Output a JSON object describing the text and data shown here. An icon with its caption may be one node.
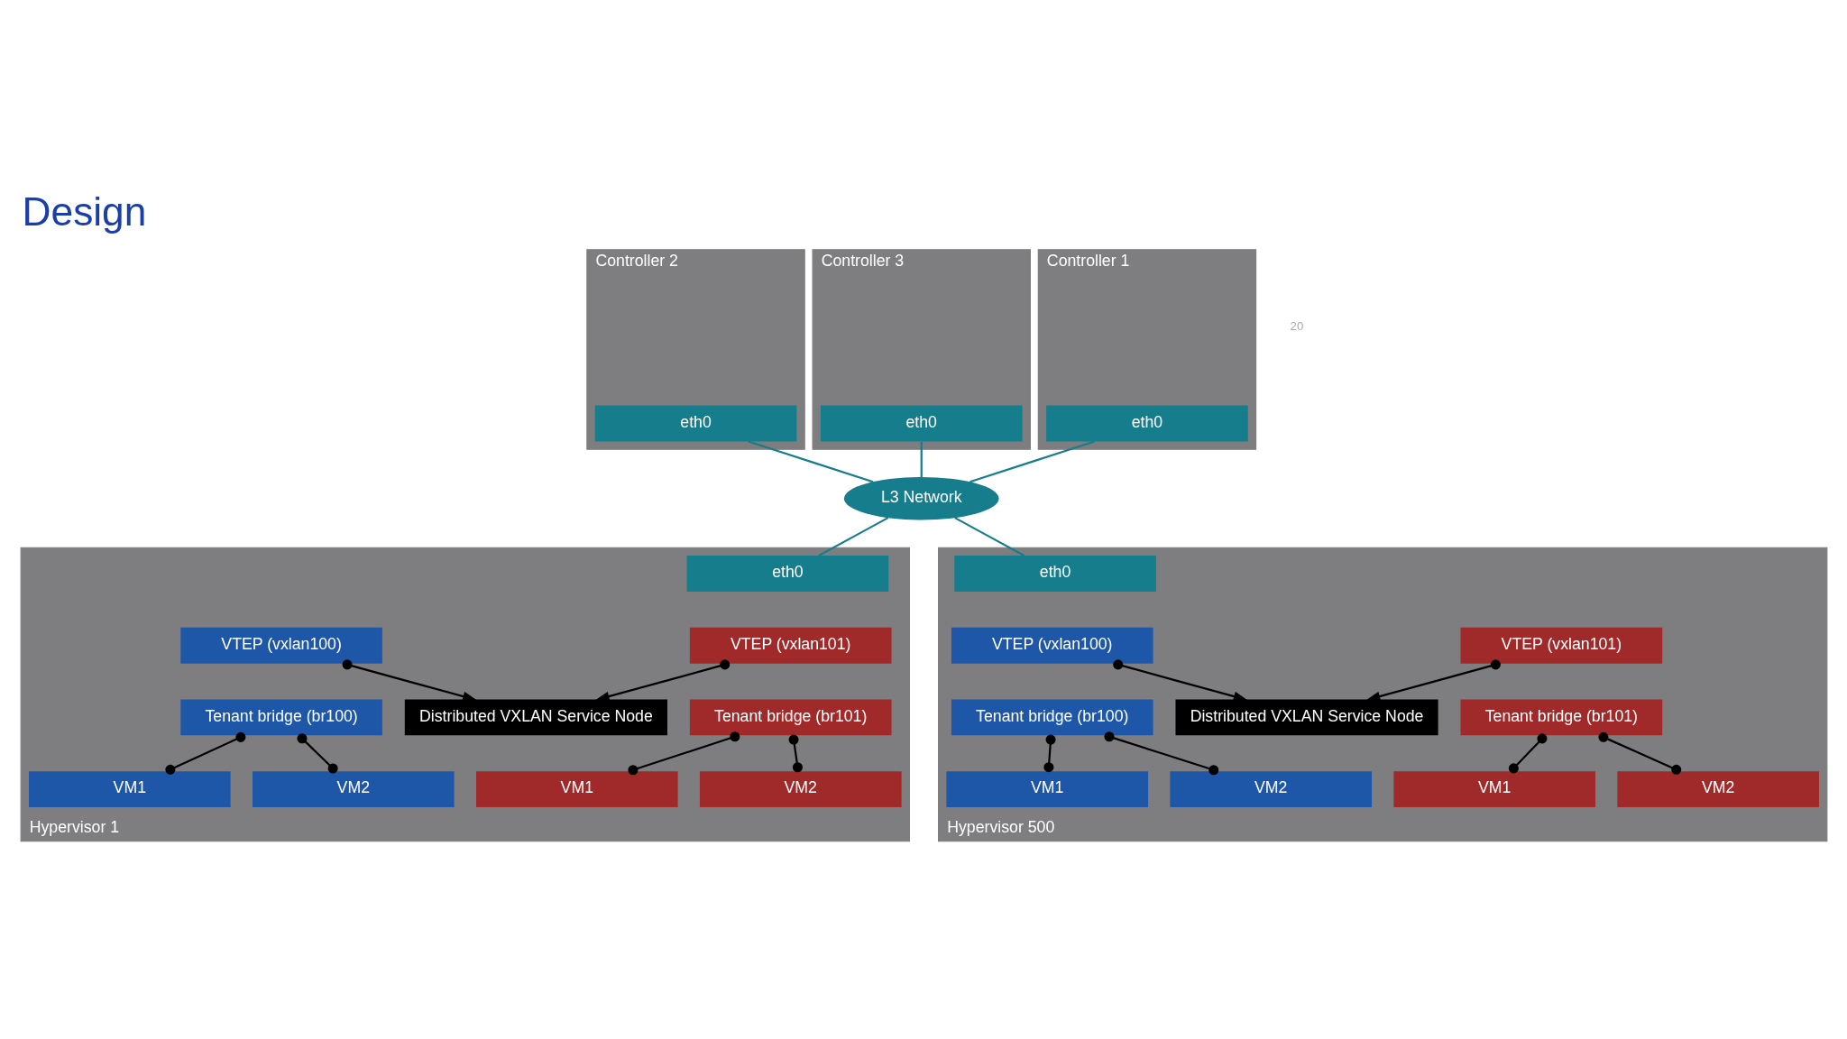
{
  "diagram": {
    "title": "Design",
    "nodes": [
      {
        "text": [
          "Controller 1"
        ]
      },
      {
        "text": [
          "eth0"
        ],
        "in": 0
      },
      {
        "text": [
          "Controller 2"
        ]
      },
      {
        "text": [
          "eth0"
        ],
        "in": 2
      },
      {
        "text": [
          "Controller 3"
        ]
      },
      {
        "text": [
          "eth0"
        ],
        "in": 4
      },
      {
        "text": [
          "L3 Network"
        ]
      },
      {
        "text": [
          "Hypervisor 1"
        ]
      },
      {
        "text": [
          "eth0"
        ],
        "in": 7
      },
      {
        "text": [
          "VTEP (vxlan100)"
        ],
        "in": 7
      },
      {
        "text": [
          "Tenant bridge (br100)"
        ],
        "in": 7
      },
      {
        "text": [
          "VM1"
        ],
        "in": 7
      },
      {
        "text": [
          "VM2"
        ],
        "in": 7
      },
      {
        "text": [
          "Distributed VXLAN Service Node"
        ],
        "in": 7
      },
      {
        "text": [
          "VTEP (vxlan101)"
        ],
        "in": 7
      },
      {
        "text": [
          "Tenant bridge (br101)"
        ],
        "in": 7
      },
      {
        "text": [
          "VM1"
        ],
        "in": 7
      },
      {
        "text": [
          "VM2"
        ],
        "in": 7
      },
      {
        "text": [
          "Hypervisor 500"
        ]
      },
      {
        "text": [
          "eth0"
        ],
        "in": 18
      },
      {
        "text": [
          "VTEP (vxlan100)"
        ],
        "in": 18
      },
      {
        "text": [
          "Tenant bridge (br100)"
        ],
        "in": 18
      },
      {
        "text": [
          "VM1"
        ],
        "in": 18
      },
      {
        "text": [
          "VM2"
        ],
        "in": 18
      },
      {
        "text": [
          "Distributed VXLAN Service Node"
        ],
        "in": 18
      },
      {
        "text": [
          "VTEP (vxlan101)"
        ],
        "in": 18
      },
      {
        "text": [
          "Tenant bridge (br101)"
        ],
        "in": 18
      },
      {
        "text": [
          "VM1"
        ],
        "in": 18
      },
      {
        "text": [
          "VM2"
        ],
        "in": 18
      }
    ],
    "edges": [
      {
        "from": 1,
        "to": 6,
        "arrow": "none",
        "color": "#167d8c"
      },
      {
        "from": 3,
        "to": 6,
        "arrow": "none",
        "color": "#167d8c"
      },
      {
        "from": 5,
        "to": 6,
        "arrow": "none",
        "color": "#167d8c"
      },
      {
        "from": 6,
        "to": 8,
        "arrow": "none",
        "color": "#167d8c"
      },
      {
        "from": 6,
        "to": 19,
        "arrow": "none",
        "color": "#167d8c"
      },
      {
        "from": 9,
        "to": 13,
        "arrow": "to"
      },
      {
        "from": 14,
        "to": 13,
        "arrow": "to"
      },
      {
        "from": 10,
        "to": 11,
        "arrow": "other"
      },
      {
        "from": 10,
        "to": 12,
        "arrow": "other"
      },
      {
        "from": 15,
        "to": 16,
        "arrow": "other"
      },
      {
        "from": 15,
        "to": 17,
        "arrow": "other"
      },
      {
        "from": 20,
        "to": 24,
        "arrow": "to"
      },
      {
        "from": 25,
        "to": 24,
        "arrow": "to"
      },
      {
        "from": 21,
        "to": 22,
        "arrow": "other"
      },
      {
        "from": 21,
        "to": 23,
        "arrow": "other"
      },
      {
        "from": 26,
        "to": 27,
        "arrow": "other"
      },
      {
        "from": 26,
        "to": 28,
        "arrow": "other"
      }
    ],
    "labels": [
      "20"
    ]
  }
}
